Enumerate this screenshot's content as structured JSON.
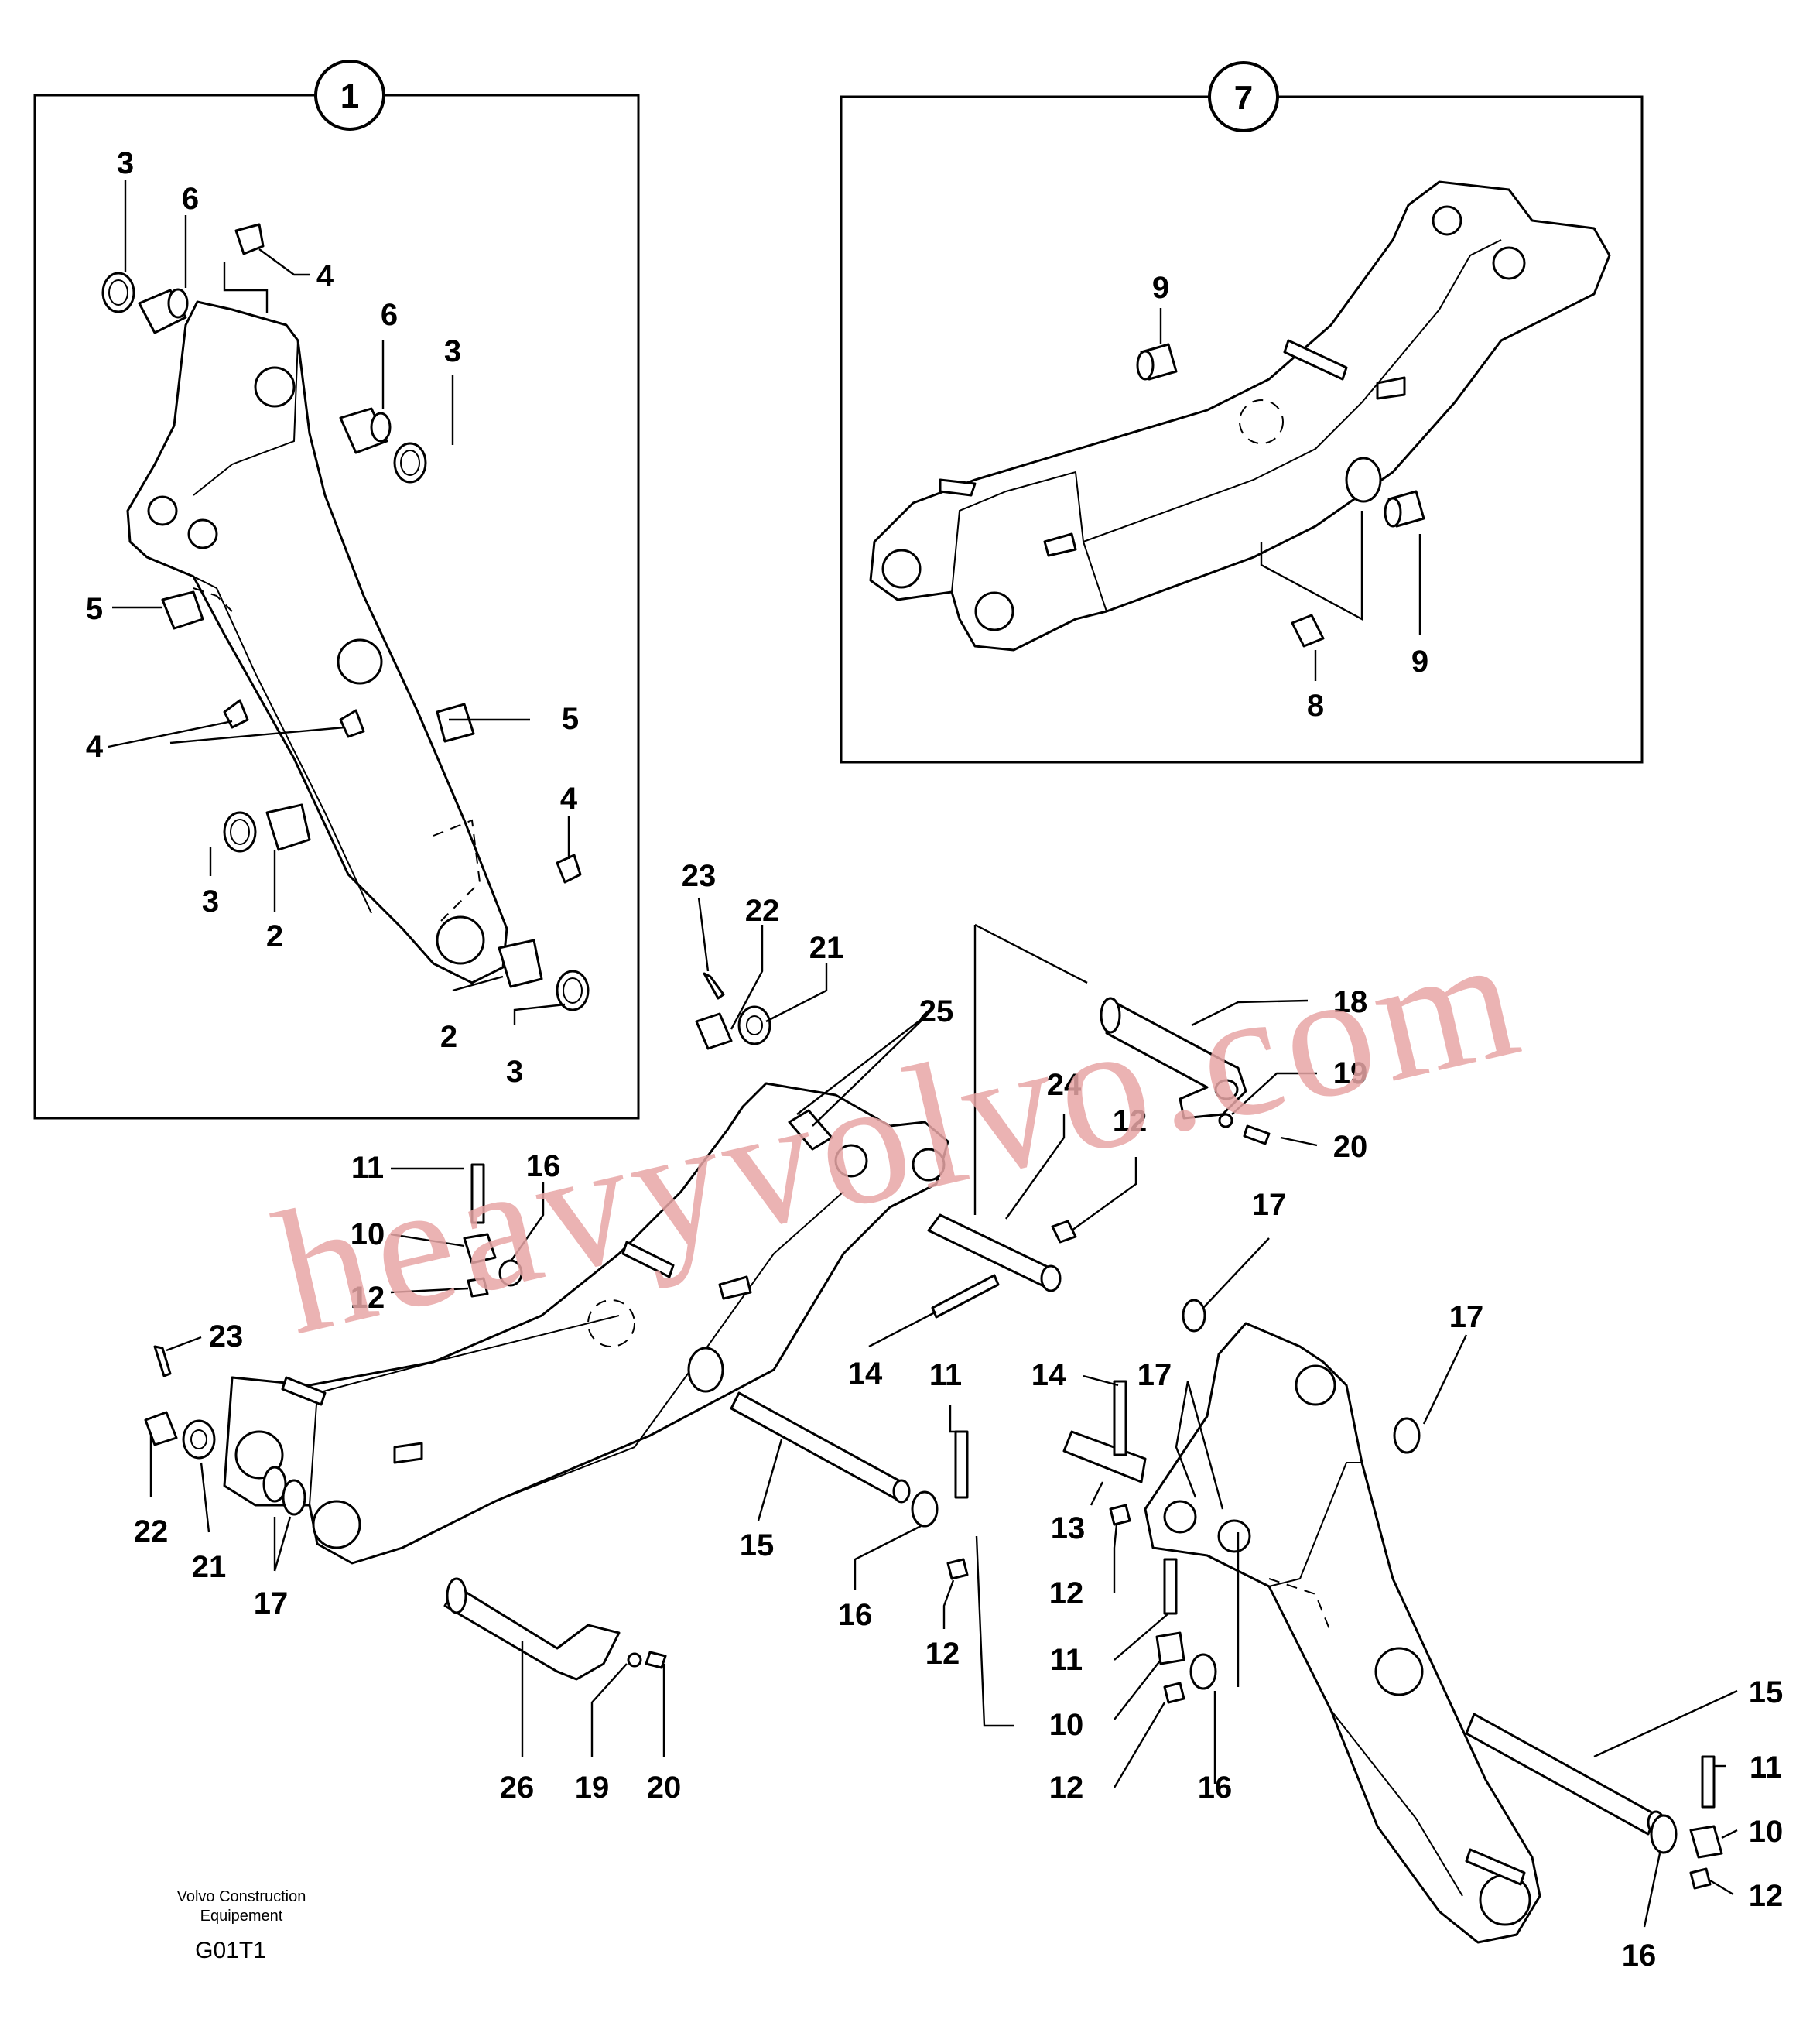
{
  "callouts": {
    "detail_1": "1",
    "detail_7": "7"
  },
  "labels": {
    "d1_3a": "3",
    "d1_6a": "6",
    "d1_4a": "4",
    "d1_6b": "6",
    "d1_3b": "3",
    "d1_5a": "5",
    "d1_5b": "5",
    "d1_4b": "4",
    "d1_4c": "4",
    "d1_3c": "3",
    "d1_2a": "2",
    "d1_2b": "2",
    "d1_3d": "3",
    "d7_9a": "9",
    "d7_9b": "9",
    "d7_8": "8",
    "m_23a": "23",
    "m_22a": "22",
    "m_21a": "21",
    "m_25": "25",
    "m_18": "18",
    "m_19a": "19",
    "m_20a": "20",
    "m_24": "24",
    "m_12a": "12",
    "m_11a": "11",
    "m_16a": "16",
    "m_10a": "10",
    "m_12b": "12",
    "m_17a": "17",
    "m_17b": "17",
    "m_17c": "17",
    "m_23b": "23",
    "m_22b": "22",
    "m_21b": "21",
    "m_17d": "17",
    "m_14a": "14",
    "m_11b": "11",
    "m_14b": "14",
    "m_15a": "15",
    "m_16b": "16",
    "m_12c": "12",
    "m_13": "13",
    "m_12d": "12",
    "m_11c": "11",
    "m_10b": "10",
    "m_12e": "12",
    "m_16c": "16",
    "m_26": "26",
    "m_19b": "19",
    "m_20b": "20",
    "m_15b": "15",
    "m_11d": "11",
    "m_10c": "10",
    "m_12f": "12",
    "m_16d": "16"
  },
  "footer": {
    "company_line1": "Volvo Construction",
    "company_line2": "Equipement",
    "drawing_code": "G01T1"
  },
  "watermark": "heavyvolvo.com"
}
